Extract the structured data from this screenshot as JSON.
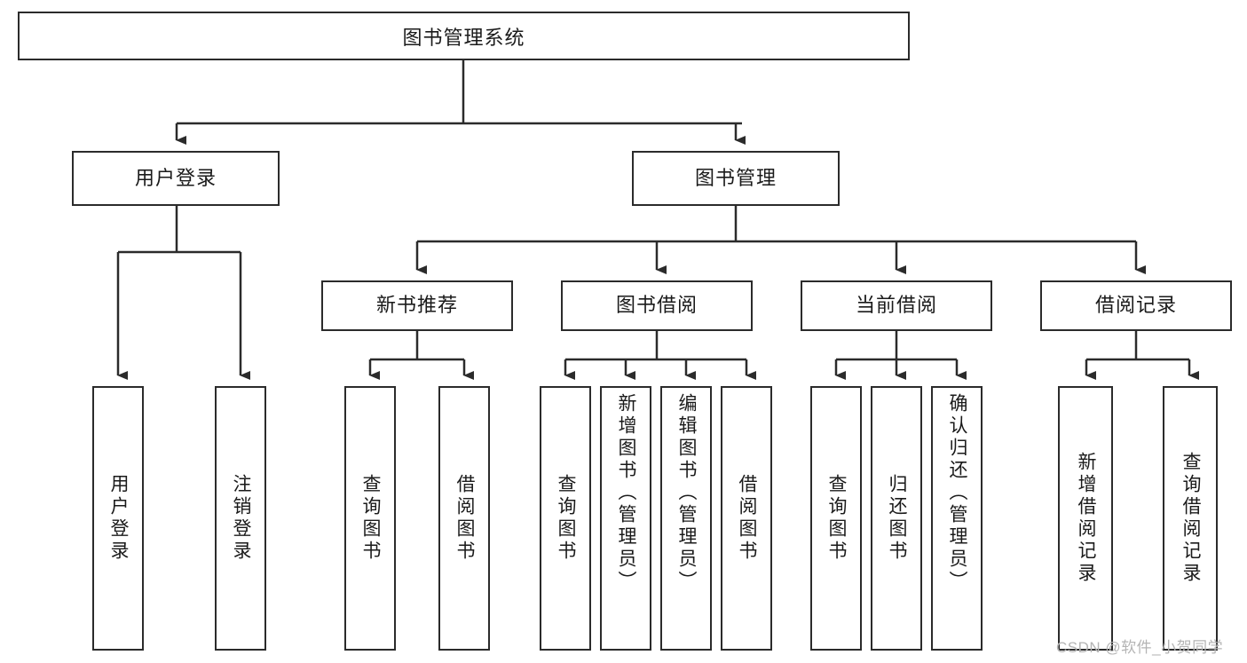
{
  "diagram": {
    "type": "tree-hierarchy-chart",
    "title": "图书管理系统",
    "root": {
      "label": "图书管理系统"
    },
    "level2": [
      {
        "id": "user-login",
        "label": "用户登录"
      },
      {
        "id": "book-manage",
        "label": "图书管理"
      }
    ],
    "level3": [
      {
        "id": "new-book-recommend",
        "label": "新书推荐"
      },
      {
        "id": "book-borrow",
        "label": "图书借阅"
      },
      {
        "id": "current-borrow",
        "label": "当前借阅"
      },
      {
        "id": "borrow-record",
        "label": "借阅记录"
      }
    ],
    "leaves": [
      {
        "id": "leaf-user-login",
        "label": "用户登录"
      },
      {
        "id": "leaf-logout-login",
        "label": "注销登录"
      },
      {
        "id": "leaf-query-book-1",
        "label": "查询图书"
      },
      {
        "id": "leaf-borrow-book-1",
        "label": "借阅图书"
      },
      {
        "id": "leaf-query-book-2",
        "label": "查询图书"
      },
      {
        "id": "leaf-add-book",
        "label": "新增图书（管理员）"
      },
      {
        "id": "leaf-edit-book",
        "label": "编辑图书（管理员）"
      },
      {
        "id": "leaf-borrow-book-2",
        "label": "借阅图书"
      },
      {
        "id": "leaf-query-book-3",
        "label": "查询图书"
      },
      {
        "id": "leaf-return-book",
        "label": "归还图书"
      },
      {
        "id": "leaf-confirm-return",
        "label": "确认归还（管理员）"
      },
      {
        "id": "leaf-add-record",
        "label": "新增借阅记录"
      },
      {
        "id": "leaf-query-record",
        "label": "查询借阅记录"
      }
    ],
    "colors": {
      "stroke": "#2b2b2b",
      "fill": "#ffffff",
      "text": "#1a1a1a",
      "watermark": "#b4b4b4"
    }
  },
  "watermark": {
    "text": "CSDN @软件_小贺同学"
  }
}
